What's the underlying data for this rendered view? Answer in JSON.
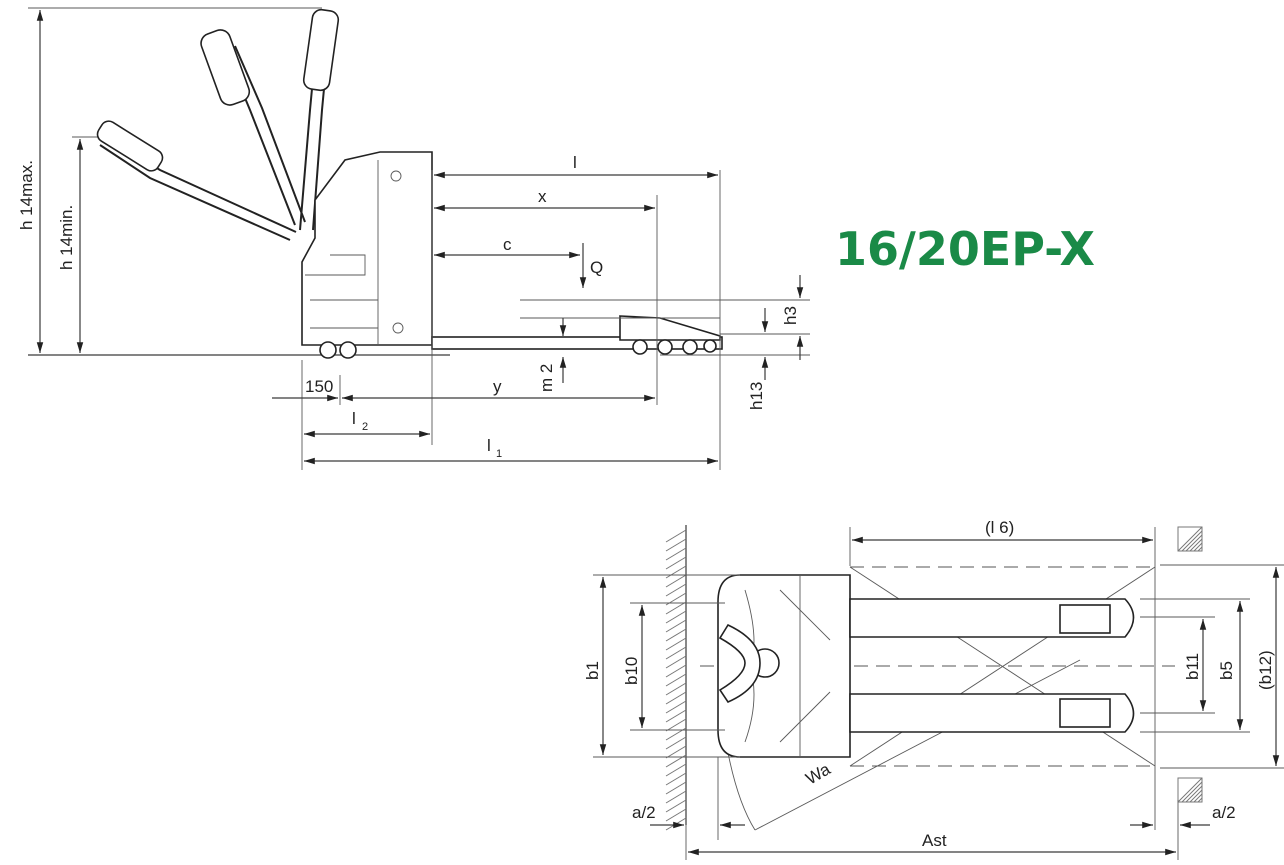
{
  "title": "16/20EP-X",
  "brand_color": "#1a8a47",
  "labels": {
    "h14max": "h 14max.",
    "h14min": "h 14min.",
    "l": "l",
    "x": "x",
    "c": "c",
    "Q": "Q",
    "h3": "h3",
    "h13": "h13",
    "m2": "m 2",
    "y": "y",
    "d150": "150",
    "l2": "l",
    "l2_sub": "2",
    "l1": "l",
    "l1_sub": "1",
    "l6": "(l 6)",
    "b1": "b1",
    "b10": "b10",
    "b11": "b11",
    "b5": "b5",
    "b12": "(b12)",
    "Wa": "Wa",
    "a2_left": "a/2",
    "a2_right": "a/2",
    "Ast": "Ast"
  }
}
